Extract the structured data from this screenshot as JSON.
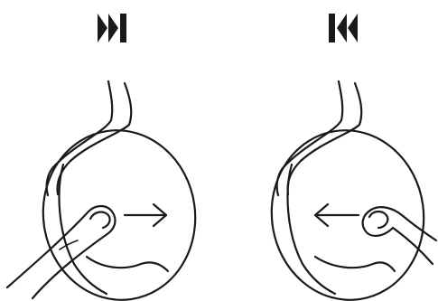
{
  "panels": [
    {
      "id": "next-track",
      "icon": "skip-forward-icon",
      "gesture": "swipe-forward",
      "arrow_direction": "right"
    },
    {
      "id": "previous-track",
      "icon": "skip-back-icon",
      "gesture": "swipe-backward",
      "arrow_direction": "left"
    }
  ],
  "colors": {
    "stroke": "#1a1a1a",
    "icon_fill": "#1a1a1a",
    "background": "#ffffff"
  }
}
